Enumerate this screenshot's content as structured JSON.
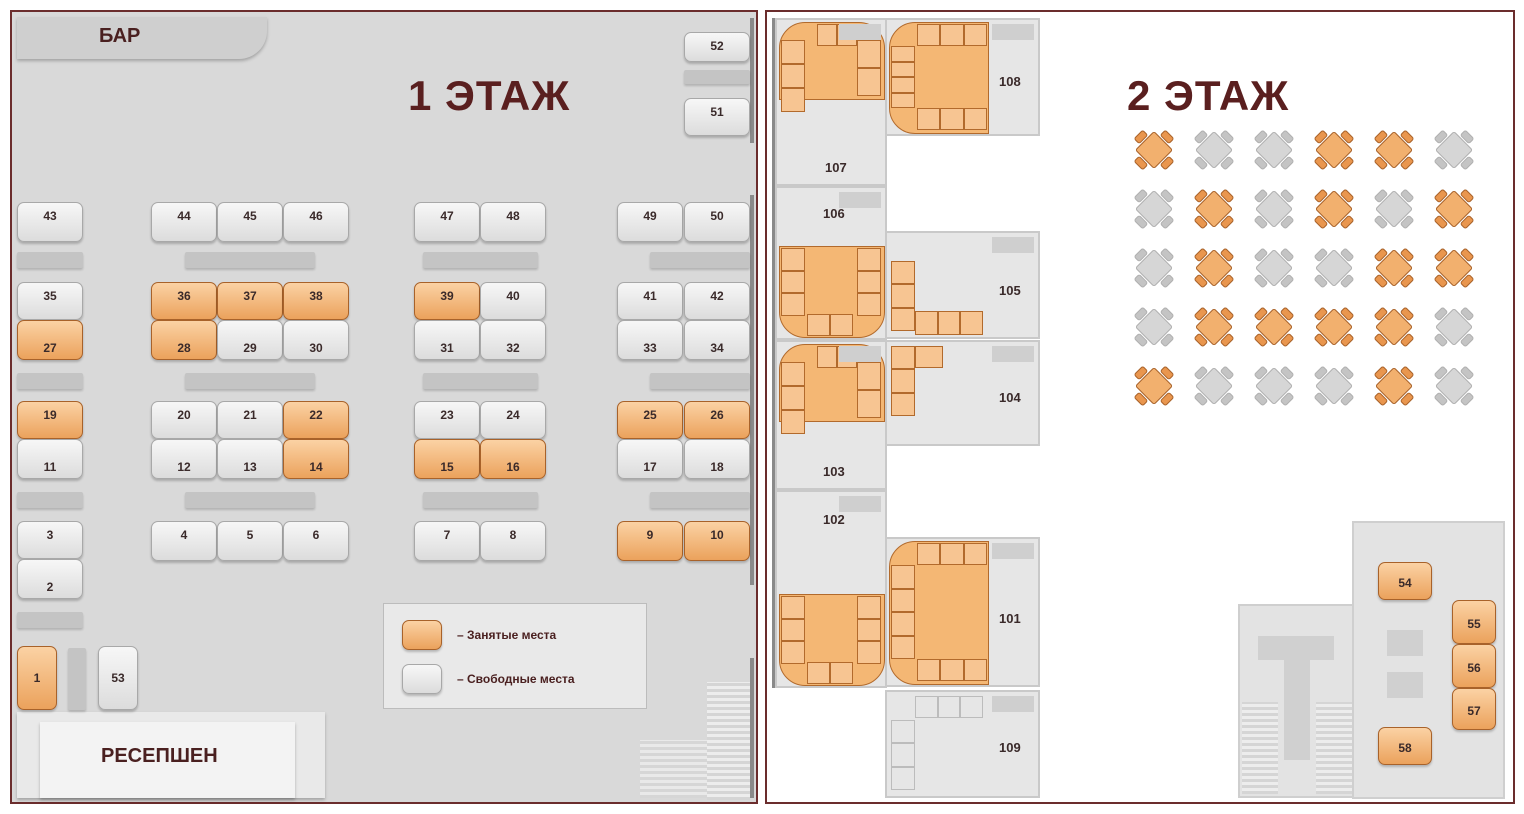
{
  "floor1": {
    "title": "1 ЭТАЖ",
    "bar_label": "БАР",
    "reception_label": "РЕСЕПШЕН"
  },
  "floor2": {
    "title": "2 ЭТАЖ"
  },
  "legend": {
    "occupied": "– Занятые места",
    "free": "– Свободные места"
  },
  "colors": {
    "occupied": "#f0a866",
    "free": "#dcdcdc",
    "frame": "#6b2d2d",
    "title": "#5a1f1f"
  },
  "seats": [
    {
      "id": "43",
      "status": "free"
    },
    {
      "id": "44",
      "status": "free"
    },
    {
      "id": "45",
      "status": "free"
    },
    {
      "id": "46",
      "status": "free"
    },
    {
      "id": "47",
      "status": "free"
    },
    {
      "id": "48",
      "status": "free"
    },
    {
      "id": "49",
      "status": "free"
    },
    {
      "id": "50",
      "status": "free"
    },
    {
      "id": "35",
      "status": "free"
    },
    {
      "id": "27",
      "status": "occupied"
    },
    {
      "id": "36",
      "status": "occupied"
    },
    {
      "id": "37",
      "status": "occupied"
    },
    {
      "id": "38",
      "status": "occupied"
    },
    {
      "id": "28",
      "status": "occupied"
    },
    {
      "id": "29",
      "status": "free"
    },
    {
      "id": "30",
      "status": "free"
    },
    {
      "id": "39",
      "status": "occupied"
    },
    {
      "id": "40",
      "status": "free"
    },
    {
      "id": "31",
      "status": "free"
    },
    {
      "id": "32",
      "status": "free"
    },
    {
      "id": "41",
      "status": "free"
    },
    {
      "id": "42",
      "status": "free"
    },
    {
      "id": "33",
      "status": "free"
    },
    {
      "id": "34",
      "status": "free"
    },
    {
      "id": "19",
      "status": "occupied"
    },
    {
      "id": "11",
      "status": "free"
    },
    {
      "id": "20",
      "status": "free"
    },
    {
      "id": "21",
      "status": "free"
    },
    {
      "id": "22",
      "status": "occupied"
    },
    {
      "id": "12",
      "status": "free"
    },
    {
      "id": "13",
      "status": "free"
    },
    {
      "id": "14",
      "status": "occupied"
    },
    {
      "id": "23",
      "status": "free"
    },
    {
      "id": "24",
      "status": "free"
    },
    {
      "id": "15",
      "status": "occupied"
    },
    {
      "id": "16",
      "status": "occupied"
    },
    {
      "id": "25",
      "status": "occupied"
    },
    {
      "id": "26",
      "status": "occupied"
    },
    {
      "id": "17",
      "status": "free"
    },
    {
      "id": "18",
      "status": "free"
    },
    {
      "id": "3",
      "status": "free"
    },
    {
      "id": "2",
      "status": "free"
    },
    {
      "id": "4",
      "status": "free"
    },
    {
      "id": "5",
      "status": "free"
    },
    {
      "id": "6",
      "status": "free"
    },
    {
      "id": "7",
      "status": "free"
    },
    {
      "id": "8",
      "status": "free"
    },
    {
      "id": "9",
      "status": "occupied"
    },
    {
      "id": "10",
      "status": "occupied"
    },
    {
      "id": "1",
      "status": "occupied"
    },
    {
      "id": "53",
      "status": "free"
    },
    {
      "id": "52",
      "status": "free"
    },
    {
      "id": "51",
      "status": "free"
    }
  ],
  "rooms": [
    {
      "id": "107",
      "status": "occupied"
    },
    {
      "id": "108",
      "status": "occupied"
    },
    {
      "id": "106",
      "status": "occupied"
    },
    {
      "id": "105",
      "status": "occupied"
    },
    {
      "id": "103",
      "status": "occupied"
    },
    {
      "id": "104",
      "status": "occupied"
    },
    {
      "id": "102",
      "status": "occupied"
    },
    {
      "id": "101",
      "status": "occupied"
    },
    {
      "id": "109",
      "status": "free"
    }
  ],
  "floor2_tables": [
    [
      "occupied",
      "free",
      "free",
      "occupied",
      "occupied",
      "free"
    ],
    [
      "free",
      "occupied",
      "free",
      "occupied",
      "free",
      "occupied"
    ],
    [
      "free",
      "occupied",
      "free",
      "free",
      "occupied",
      "occupied"
    ],
    [
      "free",
      "occupied",
      "occupied",
      "occupied",
      "occupied",
      "free"
    ],
    [
      "occupied",
      "free",
      "free",
      "free",
      "occupied",
      "free"
    ]
  ],
  "vip_seats": [
    {
      "id": "54",
      "status": "occupied"
    },
    {
      "id": "55",
      "status": "occupied"
    },
    {
      "id": "56",
      "status": "occupied"
    },
    {
      "id": "57",
      "status": "occupied"
    },
    {
      "id": "58",
      "status": "occupied"
    }
  ]
}
